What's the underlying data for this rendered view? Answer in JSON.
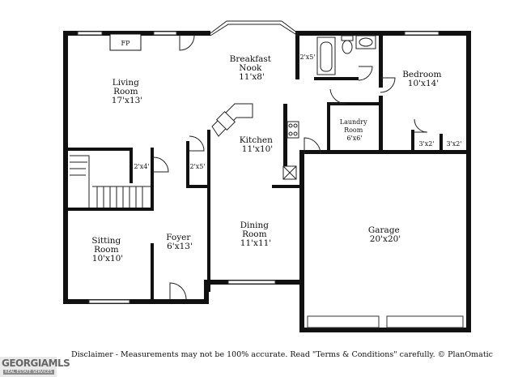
{
  "rooms": [
    {
      "id": "fp",
      "lines": [
        "FP"
      ]
    },
    {
      "id": "living-room",
      "lines": [
        "Living",
        "Room",
        "17'x13'"
      ]
    },
    {
      "id": "breakfast-nook",
      "lines": [
        "Breakfast",
        "Nook",
        "11'x8'"
      ]
    },
    {
      "id": "closet-bath",
      "lines": [
        "2'x5'"
      ]
    },
    {
      "id": "bedroom",
      "lines": [
        "Bedroom",
        "10'x14'"
      ]
    },
    {
      "id": "laundry-room",
      "lines": [
        "Laundry",
        "Room",
        "6'x6'"
      ]
    },
    {
      "id": "kitchen",
      "lines": [
        "Kitchen",
        "11'x10'"
      ]
    },
    {
      "id": "closet-stair",
      "lines": [
        "2'x4'"
      ]
    },
    {
      "id": "closet-foyer",
      "lines": [
        "2'x5'"
      ]
    },
    {
      "id": "closet-a",
      "lines": [
        "3'x2'"
      ]
    },
    {
      "id": "closet-b",
      "lines": [
        "3'x2'"
      ]
    },
    {
      "id": "sitting-room",
      "lines": [
        "Sitting",
        "Room",
        "10'x10'"
      ]
    },
    {
      "id": "foyer",
      "lines": [
        "Foyer",
        "6'x13'"
      ]
    },
    {
      "id": "dining-room",
      "lines": [
        "Dining",
        "Room",
        "11'x11'"
      ]
    },
    {
      "id": "garage",
      "lines": [
        "Garage",
        "20'x20'"
      ]
    }
  ],
  "disclaimer": "Disclaimer - Measurements may not be 100% accurate. Read \"Terms & Conditions\" carefully. © PlanOmatic",
  "logo": {
    "main": "GEORGIAMLS",
    "sub": "REAL ESTATE SERVICES"
  }
}
